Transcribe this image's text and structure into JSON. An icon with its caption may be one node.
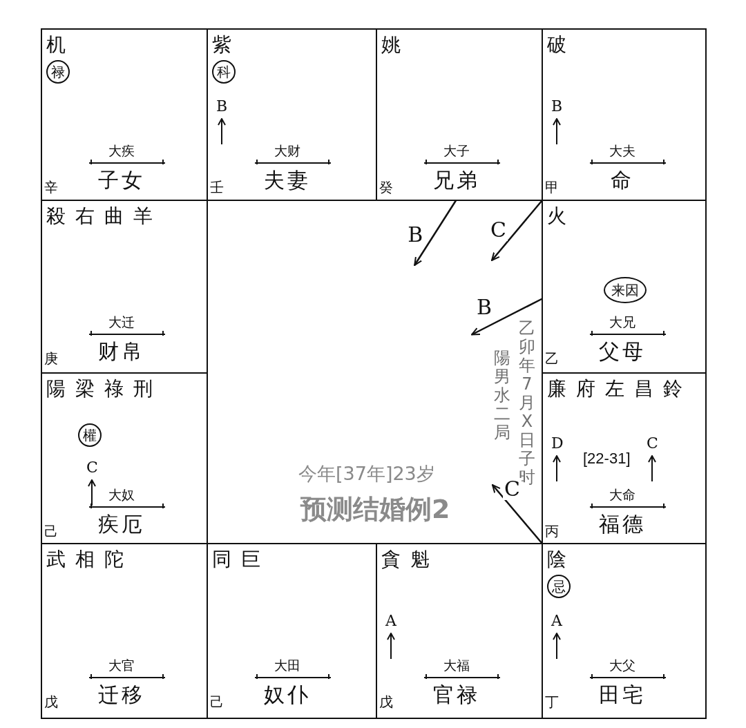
{
  "diagram": {
    "nodes": [
      {
        "text": [
          "机",
          "大疾",
          "子女",
          "辛"
        ]
      },
      {
        "text": [
          "禄"
        ],
        "in": 0
      },
      {
        "text": [
          "紫",
          "B",
          "大财",
          "夫妻",
          "壬"
        ]
      },
      {
        "text": [
          "科"
        ],
        "in": 2
      },
      {
        "text": [
          "姚",
          "大子",
          "兄弟",
          "癸"
        ]
      },
      {
        "text": [
          "破",
          "B",
          "大夫",
          "命",
          "甲"
        ]
      },
      {
        "text": [
          "殺右曲羊",
          "大迁",
          "财帛",
          "庚"
        ]
      },
      {
        "text": [
          "火",
          "大兄",
          "父母",
          "乙"
        ]
      },
      {
        "text": [
          "来因"
        ],
        "in": 7
      },
      {
        "text": [
          "陽梁祿刑",
          "C",
          "大奴",
          "疾厄",
          "己"
        ]
      },
      {
        "text": [
          "權"
        ],
        "in": 9
      },
      {
        "text": [
          "廉府左昌鈴",
          "D",
          "C",
          "[22-31]",
          "大命",
          "福德",
          "丙"
        ]
      },
      {
        "text": [
          "武相陀",
          "大官",
          "迁移",
          "戊"
        ]
      },
      {
        "text": [
          "同巨",
          "大田",
          "奴仆",
          "己"
        ]
      },
      {
        "text": [
          "貪魁",
          "A",
          "大福",
          "官禄",
          "戊"
        ]
      },
      {
        "text": [
          "陰",
          "A",
          "大父",
          "田宅",
          "丁"
        ]
      },
      {
        "text": [
          "忌"
        ],
        "in": 15
      }
    ],
    "edges": [
      {
        "from": 4,
        "to": null,
        "arrow": "to",
        "label": "B"
      },
      {
        "from": 5,
        "to": null,
        "arrow": "to",
        "label": "C"
      },
      {
        "from": 7,
        "to": null,
        "arrow": "to",
        "label": "B"
      },
      {
        "from": 11,
        "to": null,
        "arrow": "to",
        "label": "C"
      }
    ],
    "labels": [
      "乙卯年7月X日子时",
      "陽男水二局",
      "今年[37年]23岁",
      "预测结婚例2"
    ]
  }
}
